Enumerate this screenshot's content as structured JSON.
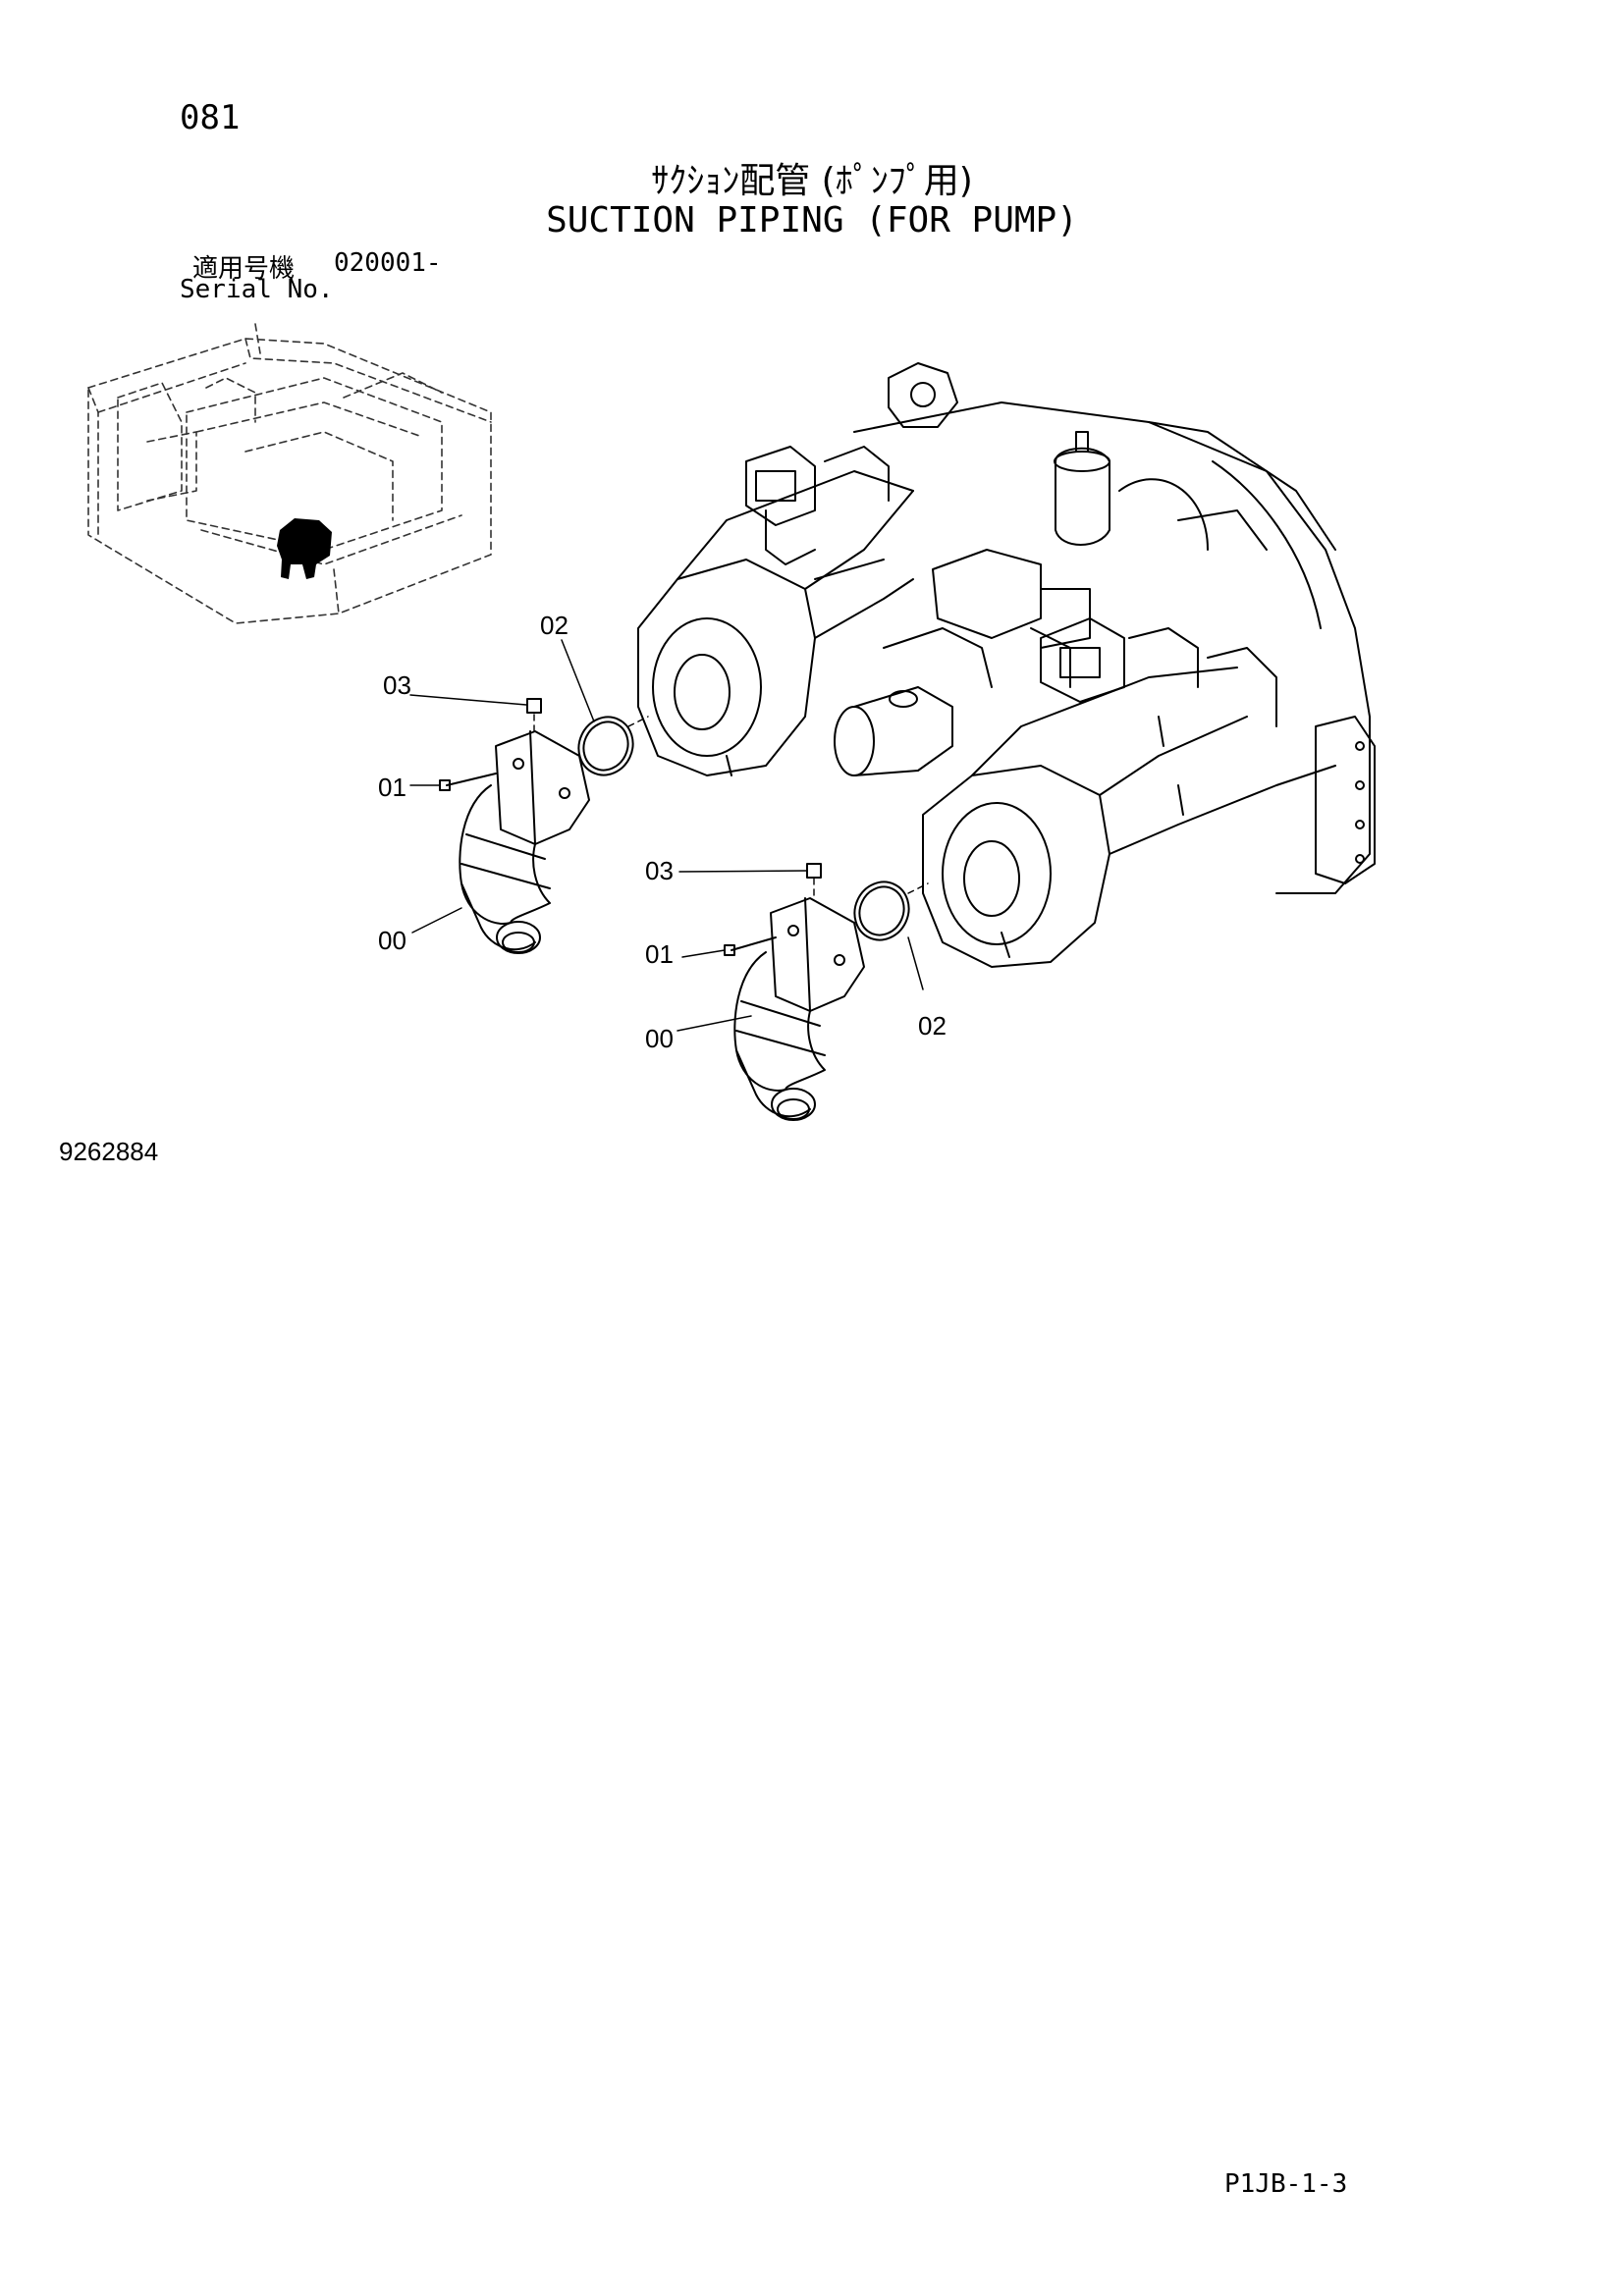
{
  "page": {
    "number": "081",
    "title_jp": "ｻｸｼｮﾝ配管 (ﾎﾟﾝﾌﾟ用)",
    "title_en": "SUCTION PIPING (FOR PUMP)",
    "serial_label_jp": "適用号機",
    "serial_value": "020001-",
    "serial_label_en": "Serial No.",
    "figure_id": "9262884",
    "page_code": "P1JB-1-3"
  },
  "callouts": {
    "upper_03": "03",
    "upper_02": "02",
    "upper_01": "01",
    "upper_00": "00",
    "lower_03": "03",
    "lower_01": "01",
    "lower_00": "00",
    "lower_02": "02"
  }
}
